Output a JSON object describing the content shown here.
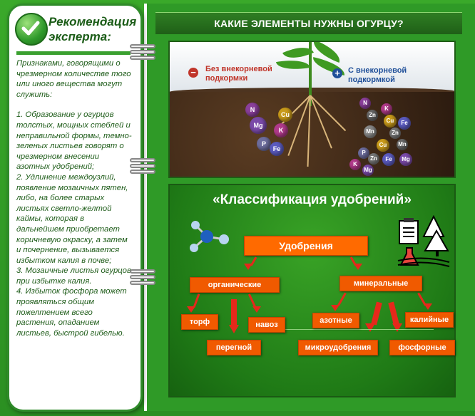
{
  "card": {
    "title_line1": "Рекомендация",
    "title_line2": "эксперта:",
    "paragraphs": [
      "Признаками, говорящими о чрезмерном количестве того или иного вещества могут служить:",
      "",
      "  1. Образование у огурцов толстых, мощных стеблей и неправильной формы, темно-зеленых листьев говорят о чрезмерном внесении азотных удобрений;",
      "  2. Удлинение междоузлий, появление мозаичных пятен, либо, на более старых листьях  светло-желтой каймы, которая в дальнейшем приобретает коричневую окраску, а затем и почернение, вызывается избытком калия в почве;",
      "3. Мозаичные листья огурцов при избытке калия.",
      "4. Избыток  фосфора может проявляться общим пожелтением всего растения, опаданием листьев, быстрой гибелью."
    ]
  },
  "banner": {
    "title": "КАКИЕ ЭЛЕМЕНТЫ НУЖНЫ ОГУРЦУ?"
  },
  "photo": {
    "minus_sign": "−",
    "plus_sign": "+",
    "without_label_l1": "Без внекорневой",
    "without_label_l2": "подкормки",
    "with_label_l1": "С внекорневой",
    "with_label_l2": "подкормкой",
    "left_balls": [
      "N",
      "Cu",
      "Mg",
      "K",
      "P",
      "Fe"
    ],
    "right_balls": [
      "N",
      "K",
      "Zn",
      "Cu",
      "Fe",
      "Mn",
      "Zn",
      "Cu",
      "Mn",
      "P",
      "Zn",
      "Fe",
      "Mg",
      "K",
      "Mg"
    ]
  },
  "classification": {
    "title": "«Классификация удобрений»",
    "root": "Удобрения",
    "organic": "органические",
    "mineral": "минеральные",
    "peat": "торф",
    "manure": "навоз",
    "humus": "перегной",
    "nitrogen": "азотные",
    "micro": "микроудобрения",
    "potassium": "калийные",
    "phosphorus": "фосфорные"
  },
  "colors": {
    "accent": "#ff6a00",
    "arrow": "#e6281b",
    "green": "#2f9a27"
  }
}
